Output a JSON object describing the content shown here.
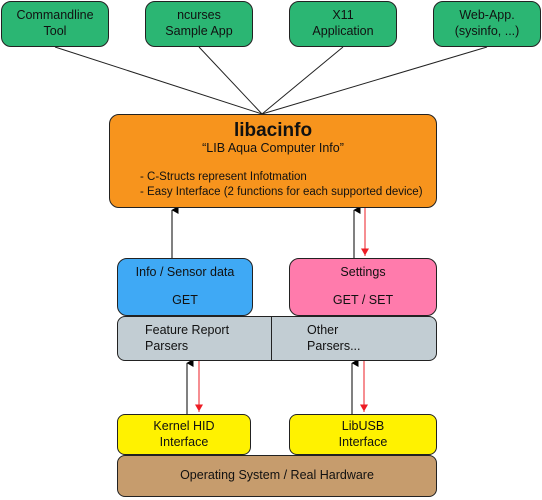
{
  "clients": [
    {
      "line1": "Commandline",
      "line2": "Tool"
    },
    {
      "line1": "ncurses",
      "line2": "Sample App"
    },
    {
      "line1": "X11",
      "line2": "Application"
    },
    {
      "line1": "Web-App.",
      "line2": "(sysinfo, ...)"
    }
  ],
  "library": {
    "title": "libacinfo",
    "subtitle": "“LIB Aqua Computer Info”",
    "features": [
      "- C-Structs represent Infotmation",
      "- Easy Interface (2 functions for each supported device)"
    ]
  },
  "info_box": {
    "label": "Info / Sensor data",
    "mode": "GET"
  },
  "settings_box": {
    "label": "Settings",
    "mode": "GET / SET"
  },
  "parsers": {
    "left": {
      "line1": "Feature Report",
      "line2": "Parsers"
    },
    "right": {
      "line1": "Other",
      "line2": "Parsers..."
    }
  },
  "interfaces": {
    "hid": {
      "line1": "Kernel HID",
      "line2": "Interface"
    },
    "usb": {
      "line1": "LibUSB",
      "line2": "Interface"
    }
  },
  "os": {
    "label": "Operating System / Real Hardware"
  },
  "colors": {
    "client": "#2bb673",
    "library": "#f7941d",
    "info": "#3fa9f5",
    "settings": "#ff7bac",
    "parsers": "#c2cdd3",
    "interface": "#fff200",
    "os": "#c69c6d",
    "arrow_up": "#000000",
    "arrow_down": "#ed1c24"
  }
}
